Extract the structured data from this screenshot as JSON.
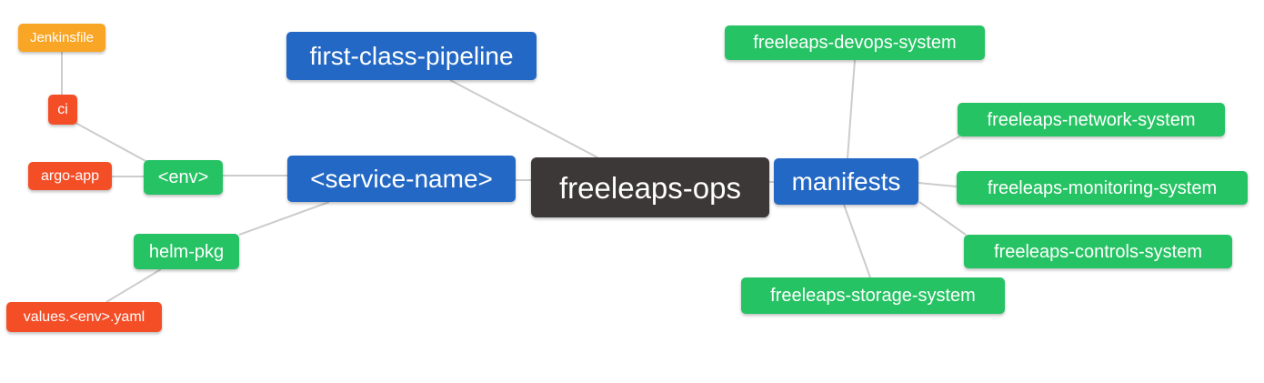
{
  "diagram": {
    "type": "mindmap",
    "root_label": "freeleaps-ops",
    "palette": {
      "root": "#3b3837",
      "branch": "#2368c4",
      "sub": "#25c363",
      "leaf": "#f44e27",
      "leaf2": "#f9a526",
      "edge": "#cccccc"
    },
    "nodes": [
      {
        "id": "freeleaps-ops",
        "label": "freeleaps-ops",
        "role": "root",
        "parent": null
      },
      {
        "id": "first-class-pipeline",
        "label": "first-class-pipeline",
        "role": "branch",
        "parent": "freeleaps-ops"
      },
      {
        "id": "service-name",
        "label": "<service-name>",
        "role": "branch",
        "parent": "freeleaps-ops"
      },
      {
        "id": "manifests",
        "label": "manifests",
        "role": "branch",
        "parent": "freeleaps-ops"
      },
      {
        "id": "env",
        "label": "<env>",
        "role": "sub",
        "parent": "service-name"
      },
      {
        "id": "helm-pkg",
        "label": "helm-pkg",
        "role": "sub",
        "parent": "service-name"
      },
      {
        "id": "ci",
        "label": "ci",
        "role": "leaf",
        "parent": "env"
      },
      {
        "id": "argo-app",
        "label": "argo-app",
        "role": "leaf",
        "parent": "env"
      },
      {
        "id": "values-env-yaml",
        "label": "values.<env>.yaml",
        "role": "leaf",
        "parent": "helm-pkg"
      },
      {
        "id": "jenkinsfile",
        "label": "Jenkinsfile",
        "role": "leaf2",
        "parent": "ci"
      },
      {
        "id": "freeleaps-devops-system",
        "label": "freeleaps-devops-system",
        "role": "sub",
        "parent": "manifests"
      },
      {
        "id": "freeleaps-network-system",
        "label": "freeleaps-network-system",
        "role": "sub",
        "parent": "manifests"
      },
      {
        "id": "freeleaps-monitoring-system",
        "label": "freeleaps-monitoring-system",
        "role": "sub",
        "parent": "manifests"
      },
      {
        "id": "freeleaps-controls-system",
        "label": "freeleaps-controls-system",
        "role": "sub",
        "parent": "manifests"
      },
      {
        "id": "freeleaps-storage-system",
        "label": "freeleaps-storage-system",
        "role": "sub",
        "parent": "manifests"
      }
    ]
  }
}
